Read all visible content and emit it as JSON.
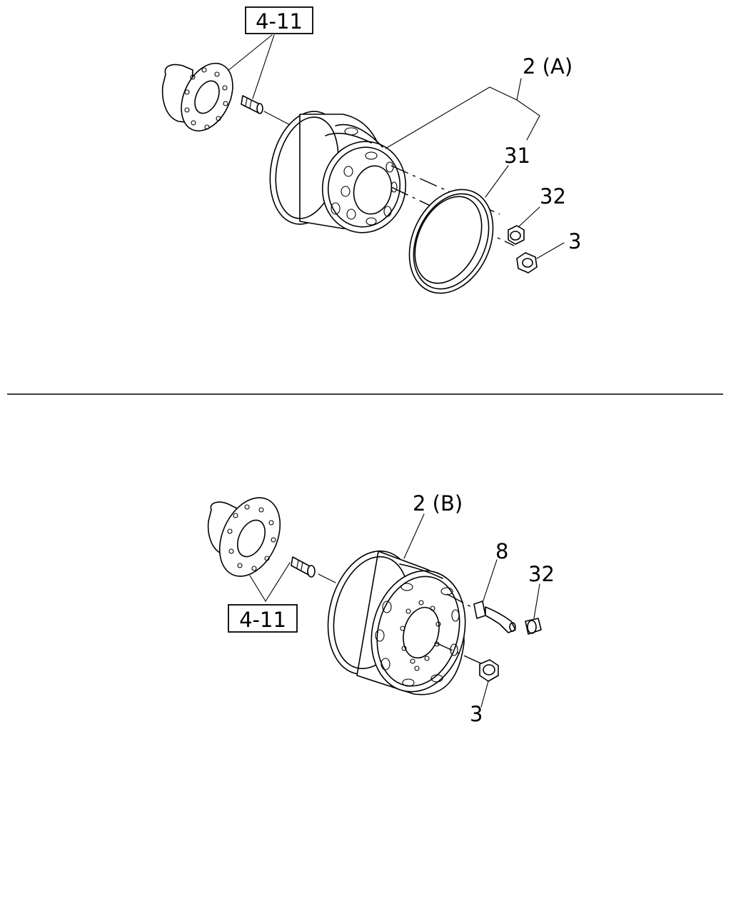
{
  "upper_assembly": {
    "ref_box": "4-11",
    "labels": {
      "wheel": "2 (A)",
      "ring": "31",
      "nut_cap": "32",
      "nut": "3"
    }
  },
  "lower_assembly": {
    "ref_box": "4-11",
    "labels": {
      "wheel": "2 (B)",
      "valve": "8",
      "valve_cap": "32",
      "nut": "3"
    }
  }
}
